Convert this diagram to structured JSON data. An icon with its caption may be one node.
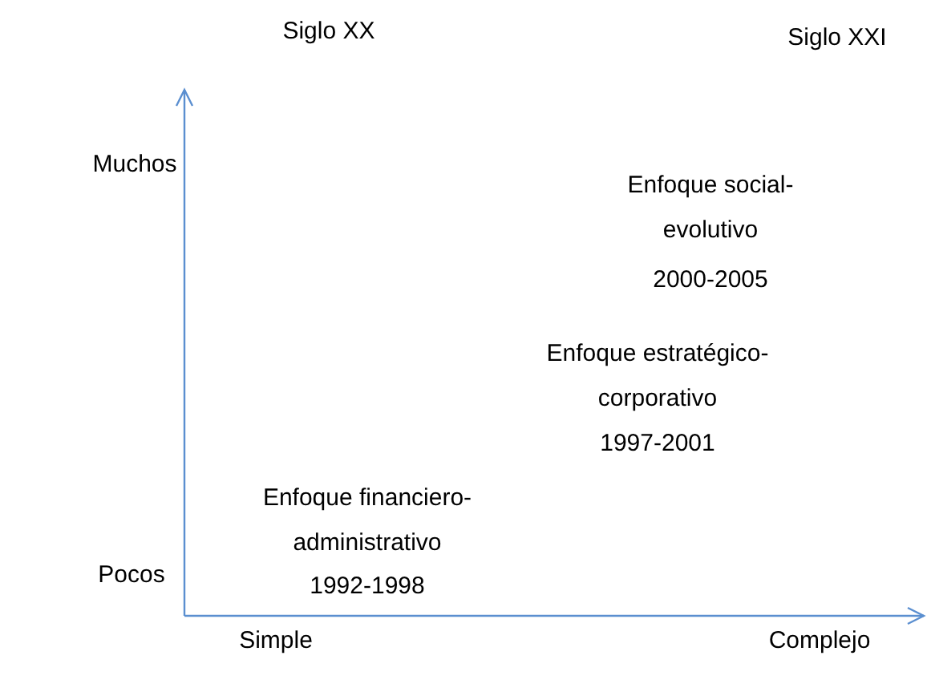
{
  "diagram": {
    "labels": [
      "Siglo XX",
      "Siglo XXI",
      "Muchos",
      "Enfoque social-evolutivo",
      "2000-2005",
      "Enfoque estratégico-corporativo",
      "1997-2001",
      "Pocos",
      "Enfoque financiero-administrativo",
      "1992-1998",
      "Simple",
      "Complejo"
    ]
  }
}
